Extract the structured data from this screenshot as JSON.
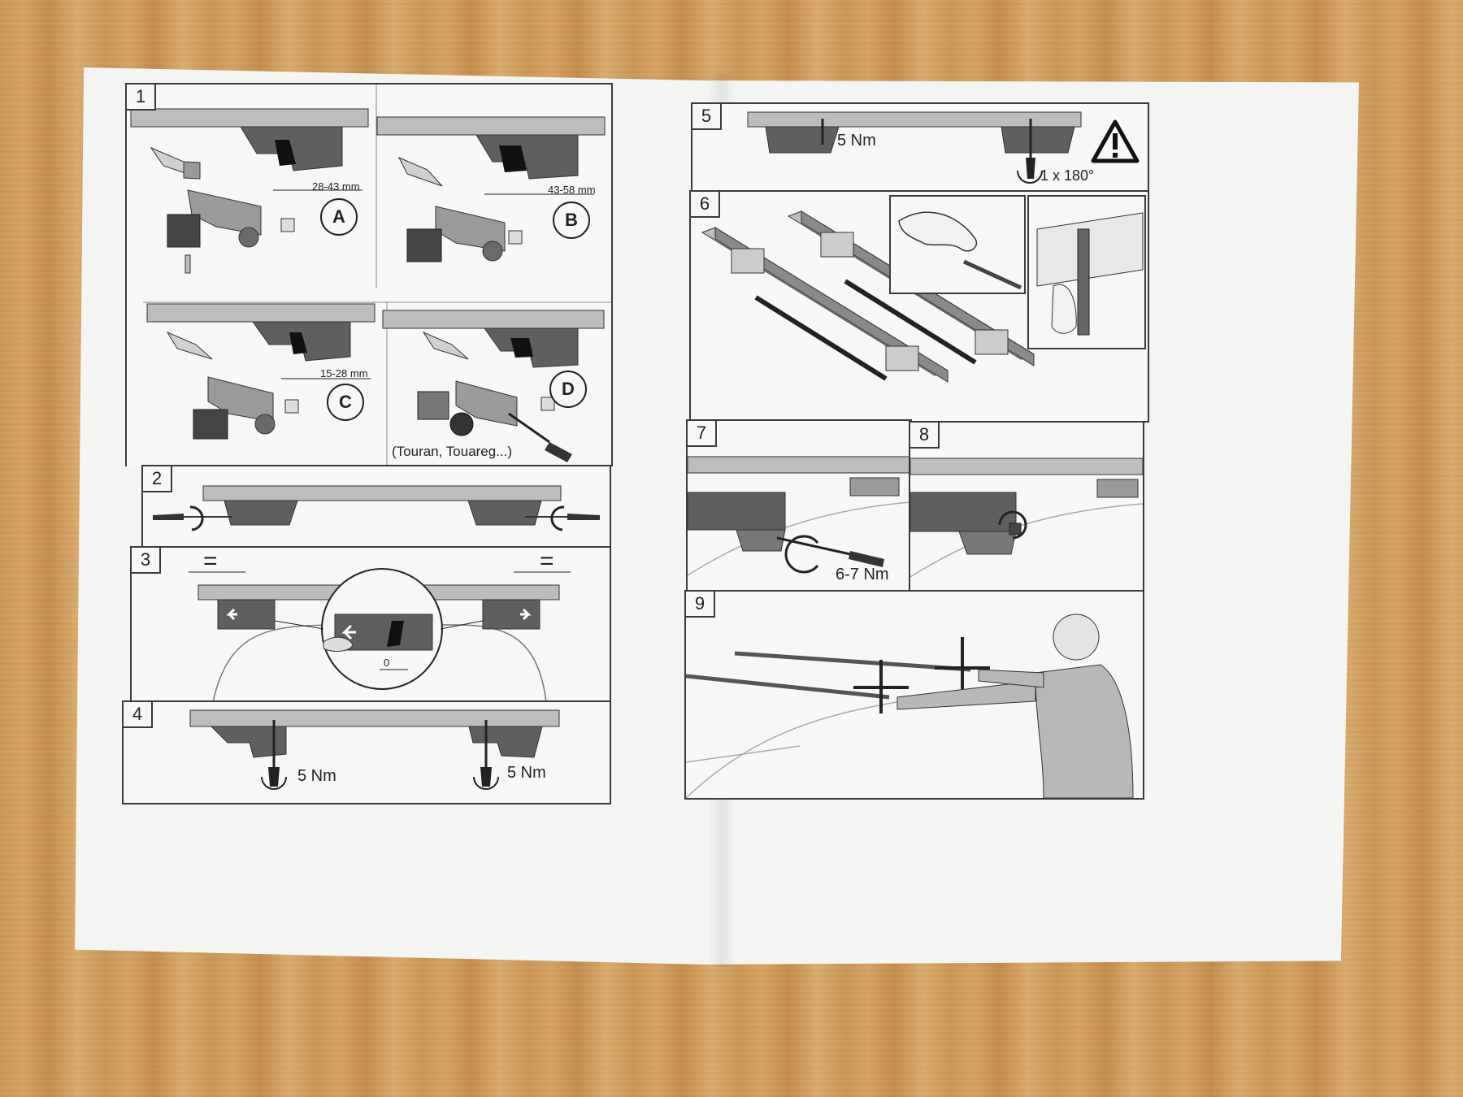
{
  "steps": {
    "s1": {
      "number": "1",
      "a": {
        "letter": "A",
        "dim": "28-43 mm"
      },
      "b": {
        "letter": "B",
        "dim": "43-58 mm"
      },
      "c": {
        "letter": "C",
        "dim": "15-28 mm"
      },
      "d": {
        "letter": "D",
        "note": "(Touran, Touareg...)"
      }
    },
    "s2": {
      "number": "2"
    },
    "s3": {
      "number": "3",
      "equal_left": "=",
      "equal_right": "=",
      "zero": "0"
    },
    "s4": {
      "number": "4",
      "torque_left": "5 Nm",
      "torque_right": "5 Nm"
    },
    "s5": {
      "number": "5",
      "torque": "5 Nm",
      "turn": "1 x 180°"
    },
    "s6": {
      "number": "6"
    },
    "s7": {
      "number": "7",
      "torque": "6-7 Nm"
    },
    "s8": {
      "number": "8"
    },
    "s9": {
      "number": "9"
    }
  },
  "icons": [
    "warning-triangle-icon",
    "screwdriver-icon",
    "rotate-arrow-icon",
    "hand-icon",
    "person-icon"
  ]
}
